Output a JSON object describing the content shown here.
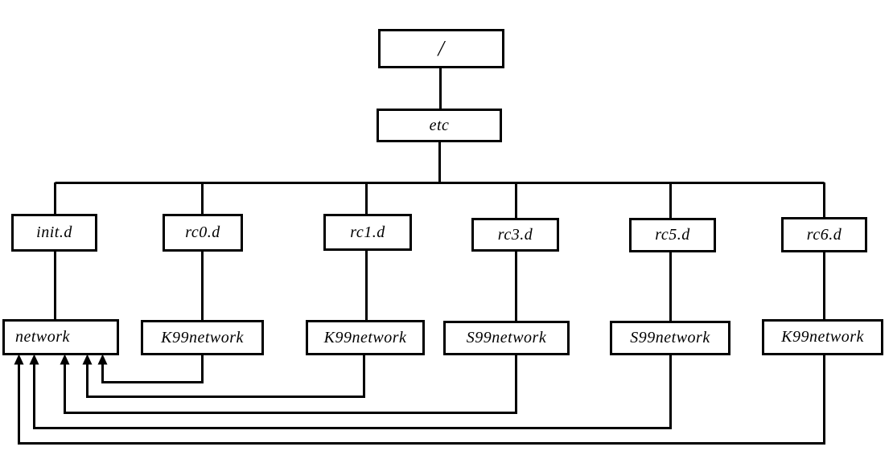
{
  "diagram": {
    "description": "Unix /etc rc directory tree with symbolic links from rc*.d scripts back to init.d/network",
    "background_color": "#ffffff",
    "line_color": "#000000",
    "box_fill_color": "#ffffff",
    "text_color": "#000000",
    "nodes": {
      "root": {
        "label": "/"
      },
      "etc": {
        "label": "etc"
      },
      "init_d": {
        "label": "init.d"
      },
      "rc0_d": {
        "label": "rc0.d"
      },
      "rc1_d": {
        "label": "rc1.d"
      },
      "rc3_d": {
        "label": "rc3.d"
      },
      "rc5_d": {
        "label": "rc5.d"
      },
      "rc6_d": {
        "label": "rc6.d"
      },
      "network": {
        "label": "network"
      },
      "k99network_rc0": {
        "label": "K99network"
      },
      "k99network_rc1": {
        "label": "K99network"
      },
      "s99network_rc3": {
        "label": "S99network"
      },
      "s99network_rc5": {
        "label": "S99network"
      },
      "k99network_rc6": {
        "label": "K99network"
      }
    },
    "tree_edges": [
      {
        "from": "root",
        "to": "etc"
      },
      {
        "from": "etc",
        "to": "init_d"
      },
      {
        "from": "etc",
        "to": "rc0_d"
      },
      {
        "from": "etc",
        "to": "rc1_d"
      },
      {
        "from": "etc",
        "to": "rc3_d"
      },
      {
        "from": "etc",
        "to": "rc5_d"
      },
      {
        "from": "etc",
        "to": "rc6_d"
      },
      {
        "from": "init_d",
        "to": "network"
      },
      {
        "from": "rc0_d",
        "to": "k99network_rc0"
      },
      {
        "from": "rc1_d",
        "to": "k99network_rc1"
      },
      {
        "from": "rc3_d",
        "to": "s99network_rc3"
      },
      {
        "from": "rc5_d",
        "to": "s99network_rc5"
      },
      {
        "from": "rc6_d",
        "to": "k99network_rc6"
      }
    ],
    "link_arrows": [
      {
        "from": "k99network_rc0",
        "to": "network"
      },
      {
        "from": "k99network_rc1",
        "to": "network"
      },
      {
        "from": "s99network_rc3",
        "to": "network"
      },
      {
        "from": "s99network_rc5",
        "to": "network"
      },
      {
        "from": "k99network_rc6",
        "to": "network"
      }
    ]
  }
}
